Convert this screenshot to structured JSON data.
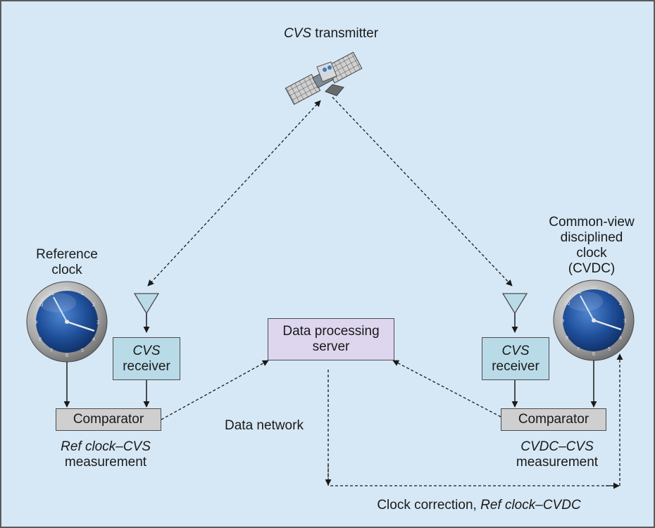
{
  "satellite": {
    "label_italic": "CVS",
    "label_rest": " transmitter",
    "icon": "satellite-icon"
  },
  "left": {
    "clock_label_line1": "Reference",
    "clock_label_line2": "clock",
    "receiver_line1": "CVS",
    "receiver_line2": "receiver",
    "comparator": "Comparator",
    "measurement_line1_a": "Ref clock",
    "measurement_line1_sep": "–",
    "measurement_line1_b": "CVS",
    "measurement_line2": "measurement"
  },
  "right": {
    "clock_label_line1": "Common-view",
    "clock_label_line2": "disciplined",
    "clock_label_line3": "clock",
    "clock_label_line4": "(CVDC)",
    "receiver_line1": "CVS",
    "receiver_line2": "receiver",
    "comparator": "Comparator",
    "measurement_line1_a": "CVDC",
    "measurement_line1_sep": "–",
    "measurement_line1_b": "CVS",
    "measurement_line2": "measurement"
  },
  "server": {
    "line1": "Data processing",
    "line2": "server"
  },
  "network": {
    "label": "Data network"
  },
  "correction": {
    "label_plain": "Clock correction, ",
    "label_italic_a": "Ref clock",
    "label_sep": "–",
    "label_italic_b": "CVDC"
  },
  "colors": {
    "background": "#d6e8f6",
    "receiver": "#b9dbe8",
    "comparator": "#cfcfcf",
    "server": "#ddd6ee",
    "clock_face": "#1f4f9a"
  }
}
